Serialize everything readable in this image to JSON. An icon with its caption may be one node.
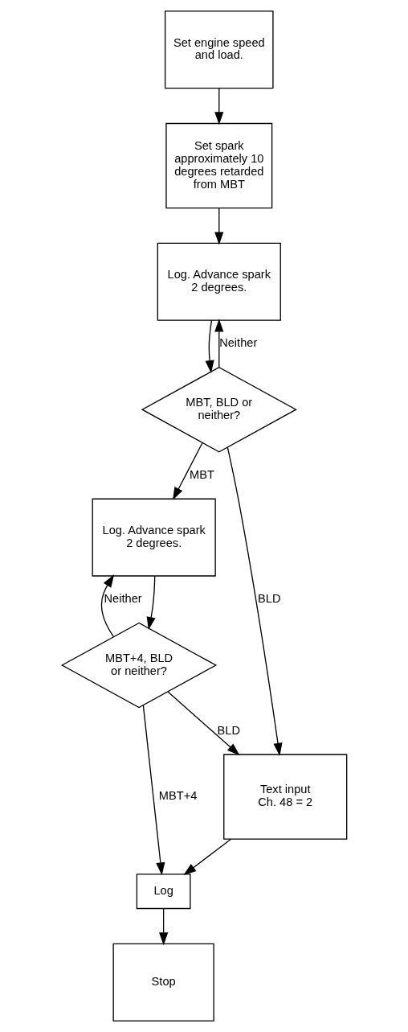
{
  "diagram": {
    "nodes": [
      {
        "text": [
          "Set engine speed and load."
        ]
      },
      {
        "text": [
          "Set spark approximately 10 degrees retarded from MBT"
        ]
      },
      {
        "text": [
          "Log. Advance spark 2 degrees."
        ]
      },
      {
        "text": [
          "MBT, BLD or neither?"
        ]
      },
      {
        "text": [
          "Log. Advance spark 2 degrees."
        ]
      },
      {
        "text": [
          "MBT+4, BLD or neither?"
        ]
      },
      {
        "text": [
          "Text input Ch. 48 = 2"
        ]
      },
      {
        "text": [
          "Log"
        ]
      },
      {
        "text": [
          "Stop"
        ]
      }
    ],
    "edges": [
      {
        "from": 0,
        "to": 1,
        "arrow": "to"
      },
      {
        "from": 1,
        "to": 2,
        "arrow": "to"
      },
      {
        "from": 2,
        "to": 3,
        "arrow": "to"
      },
      {
        "from": 3,
        "to": 2,
        "arrow": "to",
        "label": "Neither"
      },
      {
        "from": 3,
        "to": 6,
        "arrow": "to",
        "label": "BLD"
      },
      {
        "from": 3,
        "to": 4,
        "arrow": "to",
        "label": "MBT"
      },
      {
        "from": 4,
        "to": 5,
        "arrow": "to"
      },
      {
        "from": 5,
        "to": 4,
        "arrow": "to",
        "label": "Neither"
      },
      {
        "from": 5,
        "to": 6,
        "arrow": "to",
        "label": "BLD"
      },
      {
        "from": 5,
        "to": 7,
        "arrow": "to",
        "label": "MBT+4"
      },
      {
        "from": 6,
        "to": 7,
        "arrow": "to"
      },
      {
        "from": 7,
        "to": 8,
        "arrow": "to"
      }
    ]
  }
}
